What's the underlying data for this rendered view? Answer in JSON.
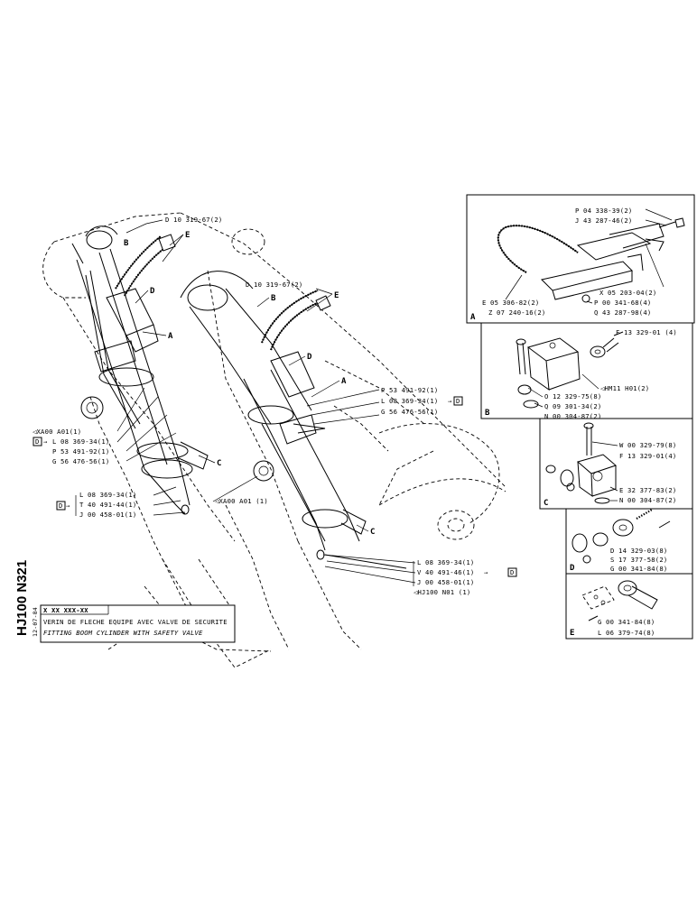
{
  "title_block": {
    "drawing_number": "HJ100 N321",
    "date": "12-07-84",
    "ref_code": "X XX XXX-XX",
    "title_fr": "VERIN DE FLECHE EQUIPE AVEC VALVE DE SECURITE",
    "title_en": "FITTING BOOM CYLINDER WITH SAFETY VALVE"
  },
  "left_cylinder": {
    "callout_B": "B",
    "callout_E": "E",
    "callout_D": "D",
    "callout_A": "A",
    "callout_C": "C",
    "hose_ref": "D 10 319-67(2)",
    "xa00_ref": "◁XA00 A01(1)",
    "d_marker": "D",
    "group1": [
      "L 08 369-34(1)",
      "P 53 491-92(1)",
      "G 56 476-56(1)"
    ],
    "group2": [
      "L 08 369-34(1)",
      "T 40 491-44(1)",
      "J 00 458-01(1)"
    ],
    "d_marker2": "D"
  },
  "right_cylinder": {
    "hose_ref": "D 10 319-67(2)",
    "callout_B": "B",
    "callout_E": "E",
    "callout_D": "D",
    "callout_A": "A",
    "callout_C": "C",
    "xa00_ref": "◁XA00 A01 (1)",
    "group1": [
      "P 53 491-92(1)",
      "L 08 369-34(1)",
      "G 56 476-56(1)"
    ],
    "d_marker": "D",
    "group2": [
      "L 08 369-34(1)",
      "V 40 491-46(1)",
      "J 00 458-01(1)",
      "◁HJ100 N01 (1)"
    ],
    "d_marker2": "D"
  },
  "detail_A": {
    "letter": "A",
    "labels": [
      "P 04 338-39(2)",
      "J 43 287-46(2)",
      "X 05 203-04(2)",
      "E 05 306-82(2)",
      "P 00 341-68(4)",
      "Z 07 240-16(2)",
      "Q 43 287-98(4)"
    ]
  },
  "detail_B": {
    "letter": "B",
    "labels": [
      "F 13 329-01 (4)",
      "◁HM11 H01(2)",
      "O 12 329-75(8)",
      "Q 09 301-34(2)",
      "N 00 304-87(2)"
    ]
  },
  "detail_C": {
    "letter": "C",
    "labels": [
      "W 00 329-79(8)",
      "F 13 329-01(4)",
      "E 32 377-83(2)",
      "N 00 304-87(2)"
    ]
  },
  "detail_D": {
    "letter": "D",
    "labels": [
      "D 14 329-03(8)",
      "S 17 377-58(2)",
      "G 00 341-84(8)"
    ]
  },
  "detail_E": {
    "letter": "E",
    "labels": [
      "G 00 341-84(8)",
      "L 06 379-74(8)"
    ]
  }
}
